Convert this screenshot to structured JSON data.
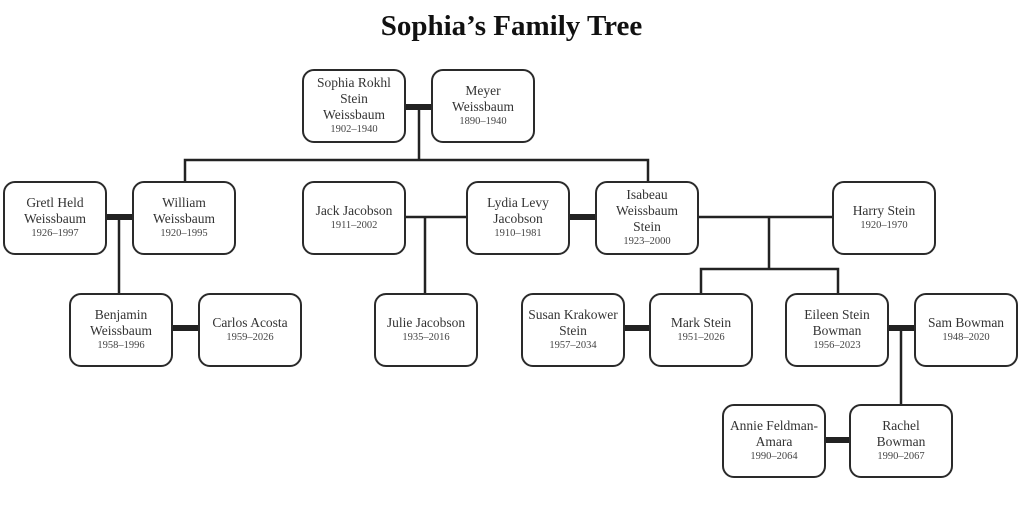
{
  "title": "Sophia’s Family Tree",
  "people": [
    {
      "name": "Sophia Rokhl Stein Weissbaum",
      "dates": "1902–1940"
    },
    {
      "name": "Meyer Weissbaum",
      "dates": "1890–1940"
    },
    {
      "name": "Gretl Held Weissbaum",
      "dates": "1926–1997"
    },
    {
      "name": "William Weissbaum",
      "dates": "1920–1995"
    },
    {
      "name": "Jack Jacobson",
      "dates": "1911–2002"
    },
    {
      "name": "Lydia Levy Jacobson",
      "dates": "1910–1981"
    },
    {
      "name": "Isabeau Weissbaum Stein",
      "dates": "1923–2000"
    },
    {
      "name": "Harry Stein",
      "dates": "1920–1970"
    },
    {
      "name": "Benjamin Weissbaum",
      "dates": "1958–1996"
    },
    {
      "name": "Carlos Acosta",
      "dates": "1959–2026"
    },
    {
      "name": "Julie Jacobson",
      "dates": "1935–2016"
    },
    {
      "name": "Susan Krakower Stein",
      "dates": "1957–2034"
    },
    {
      "name": "Mark Stein",
      "dates": "1951–2026"
    },
    {
      "name": "Eileen Stein Bowman",
      "dates": "1956–2023"
    },
    {
      "name": "Sam Bowman",
      "dates": "1948–2020"
    },
    {
      "name": "Annie Feldman-Amara",
      "dates": "1990–2064"
    },
    {
      "name": "Rachel Bowman",
      "dates": "1990–2067"
    }
  ]
}
